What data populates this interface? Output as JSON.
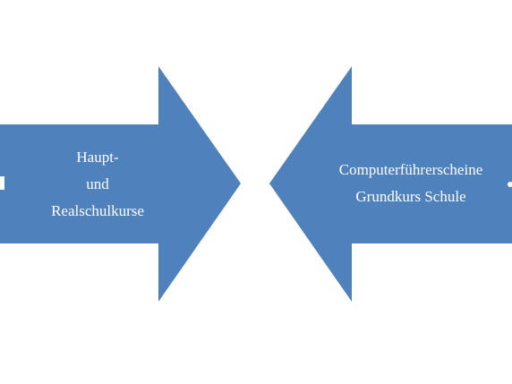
{
  "colors": {
    "background": "#ffffff",
    "arrow_fill": "#4f81bd",
    "label_text": "#ffffff"
  },
  "diagram": {
    "left_arrow": {
      "direction": "right",
      "label_lines": [
        "Haupt-",
        "und",
        "Realschulkurse"
      ]
    },
    "right_arrow": {
      "direction": "left",
      "label_lines": [
        "Computerführerscheine",
        "Grundkurs Schule"
      ]
    }
  }
}
